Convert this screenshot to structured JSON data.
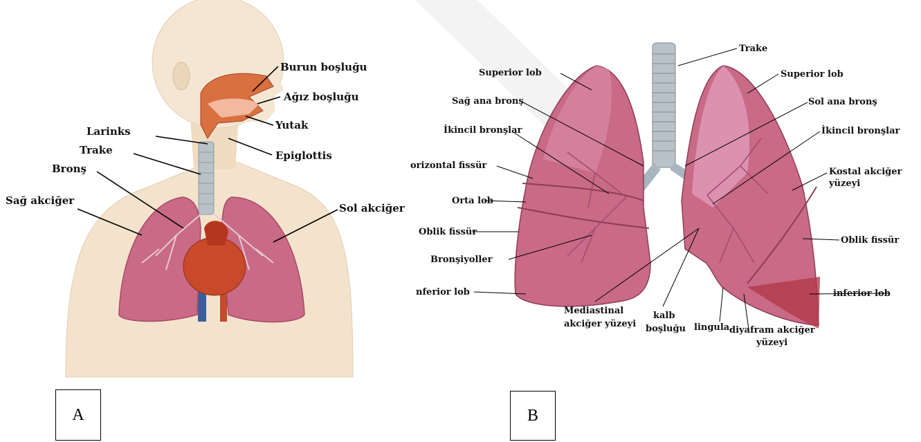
{
  "panel_a": {
    "box_label": "A",
    "labels": {
      "burun": "Burun boşluğu",
      "agiz": "Ağız boşluğu",
      "yutak": "Yutak",
      "larinks": "Larinks",
      "epiglottis": "Epiglottis",
      "trake": "Trake",
      "brons": "Bronş",
      "sag_akciger": "Sağ akciğer",
      "sol_akciger": "Sol akciğer"
    }
  },
  "panel_b": {
    "box_label": "B",
    "labels": {
      "trake": "Trake",
      "superior_left": "Superior lob",
      "superior_right": "Superior lob",
      "sag_ana_brons": "Sağ ana bronş",
      "sol_ana_brons": "Sol ana bronş",
      "ikincil_left": "İkincil bronşlar",
      "ikincil_right": "İkincil bronşlar",
      "horizontal": "orizontal fissür",
      "kostal_1": "Kostal akciğer",
      "kostal_2": "yüzeyi",
      "orta_lob": "Orta lob",
      "oblik_left": "Oblik fissür",
      "oblik_right": "Oblik fissür",
      "bronsiyoller": "Bronşiyoller",
      "inferior_left": "nferior lob",
      "inferior_right": "inferior lob",
      "mediastinal_1": "Mediastinal",
      "mediastinal_2": "akciğer yüzeyi",
      "kalb_1": "kalb",
      "kalb_2": "boşluğu",
      "lingula": "lingula",
      "diyafram_1": "diyafram akciğer",
      "diyafram_2": "yüzeyi"
    }
  },
  "colors": {
    "lung": "#c96a86",
    "lung_dark": "#a84a68",
    "skin": "#f3e3cc",
    "trachea": "#b9c2c8",
    "heart": "#c84a2a"
  }
}
